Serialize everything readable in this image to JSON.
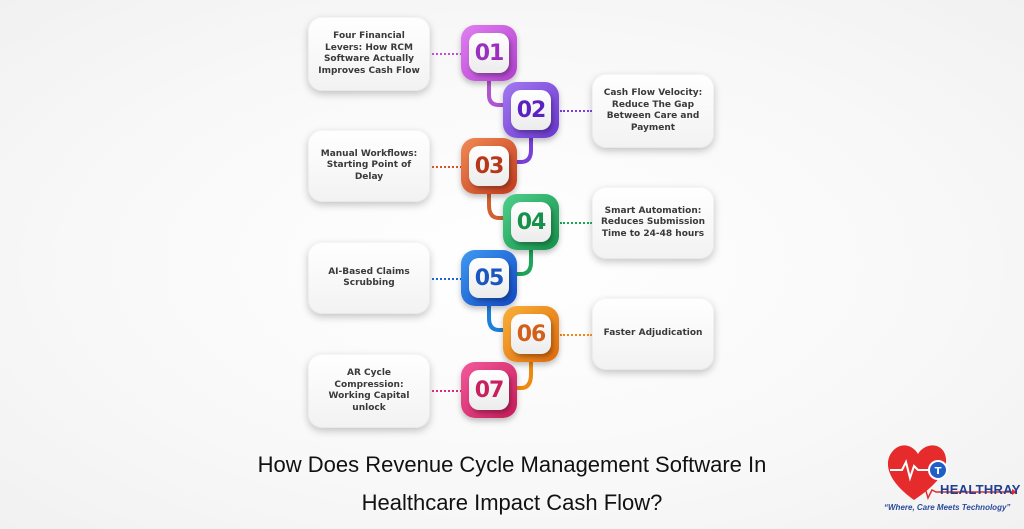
{
  "title": {
    "line1": "How Does Revenue Cycle Management Software In",
    "line2": "Healthcare Impact Cash Flow?"
  },
  "steps": [
    {
      "number": "01",
      "label": "Four Financial Levers: How RCM Software Actually Improves Cash Flow",
      "side": "left",
      "color": "#c04fd6"
    },
    {
      "number": "02",
      "label": "Cash Flow Velocity: Reduce The Gap Between Care and Payment",
      "side": "right",
      "color": "#7a3fd8"
    },
    {
      "number": "03",
      "label": "Manual Workflows: Starting Point of Delay",
      "side": "left",
      "color": "#d8552a"
    },
    {
      "number": "04",
      "label": "Smart Automation: Reduces Submission Time to 24-48 hours",
      "side": "right",
      "color": "#1ea35a"
    },
    {
      "number": "05",
      "label": "AI-Based Claims Scrubbing",
      "side": "left",
      "color": "#1a63d8"
    },
    {
      "number": "06",
      "label": "Faster Adjudication",
      "side": "right",
      "color": "#ee8a10"
    },
    {
      "number": "07",
      "label": "AR Cycle Compression: Working Capital unlock",
      "side": "left",
      "color": "#e02a78"
    }
  ],
  "logo": {
    "brand": "HEALTHRAY",
    "tagline": "“Where, Care Meets Technology”",
    "icon": "heart-pulse-icon"
  }
}
